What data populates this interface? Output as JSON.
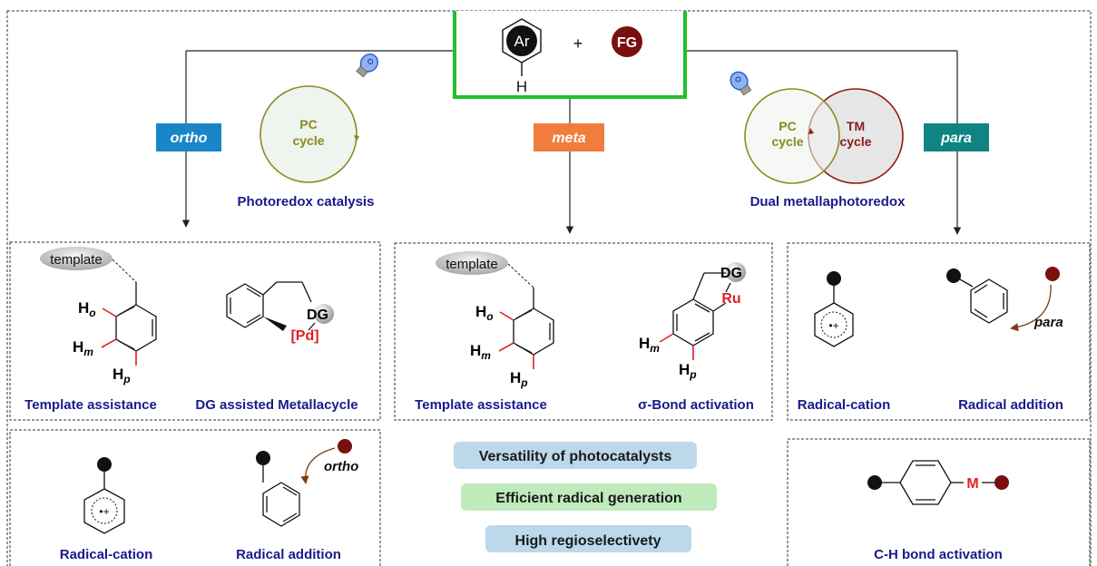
{
  "header": {
    "ring_label": "Ar",
    "plus": "+",
    "fg_label": "FG",
    "h_label": "H"
  },
  "cycles": {
    "pc_line1": "PC",
    "pc_line2": "cycle",
    "tm_line1": "TM",
    "tm_line2": "cycle",
    "photoredox_label": "Photoredox catalysis",
    "dual_label": "Dual metallaphotoredox"
  },
  "tags": {
    "ortho": "ortho",
    "meta": "meta",
    "para": "para"
  },
  "ortho_box": {
    "template": "template",
    "h_o": "H",
    "h_o_sub": "o",
    "h_m": "H",
    "h_m_sub": "m",
    "h_p": "H",
    "h_p_sub": "p",
    "dg": "DG",
    "pd": "[Pd]",
    "template_caption": "Template assistance",
    "dg_caption": "DG assisted Metallacycle"
  },
  "meta_box": {
    "template": "template",
    "h_o": "H",
    "h_o_sub": "o",
    "h_m": "H",
    "h_m_sub": "m",
    "h_p": "H",
    "h_p_sub": "p",
    "h_m2": "H",
    "h_m2_sub": "m",
    "h_p2": "H",
    "h_p2_sub": "p",
    "dg": "DG",
    "ru": "Ru",
    "template_caption": "Template assistance",
    "sigma_caption": "σ-Bond activation"
  },
  "para_box": {
    "radical_cation": "•+",
    "para_label": "para",
    "rc_caption": "Radical-cation",
    "ra_caption": "Radical addition"
  },
  "ortho_radical_box": {
    "radical_cation": "•+",
    "ortho_label": "ortho",
    "rc_caption": "Radical-cation",
    "ra_caption": "Radical addition"
  },
  "ch_box": {
    "m_label": "M",
    "caption": "C-H bond activation"
  },
  "features": [
    "Versatility of photocatalysts",
    "Efficient radical generation",
    "High regioselectivety"
  ],
  "colors": {
    "green_frame": "#22c02a",
    "ortho_tag": "#1a86c8",
    "meta_tag": "#f07d3b",
    "para_tag": "#0f8483",
    "navy_text": "#1a1a8c",
    "olive": "#8a8a1e",
    "tm_red": "#8b1a1a",
    "fg_ball": "#7a0f0f",
    "pd_red": "#e31e24",
    "bulb_blue": "#2f5fd6",
    "feature_blue": "#bcd8eb",
    "feature_green": "#bfeabc"
  }
}
